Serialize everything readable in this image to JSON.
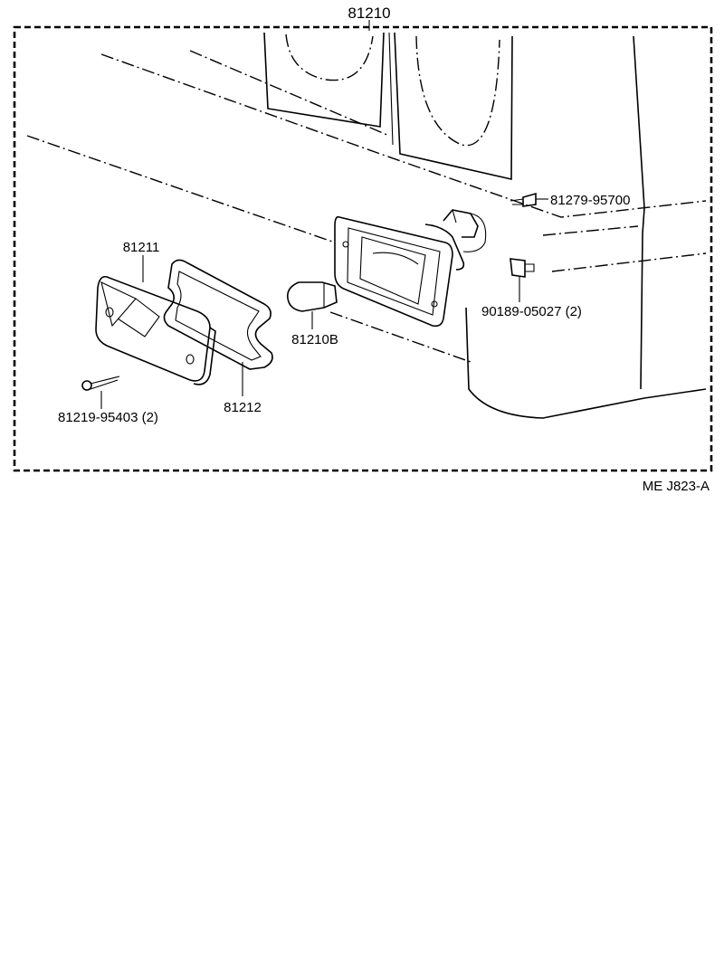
{
  "diagram": {
    "assembly_part": "81210",
    "parts": {
      "lens": "81211",
      "gasket": "81212",
      "bulb": "81210B",
      "lens_screw": "81219-95403 (2)",
      "mounting_screw": "81279-95700",
      "clip_nut": "90189-05027 (2)"
    },
    "figure_code": "ME J823-A"
  }
}
